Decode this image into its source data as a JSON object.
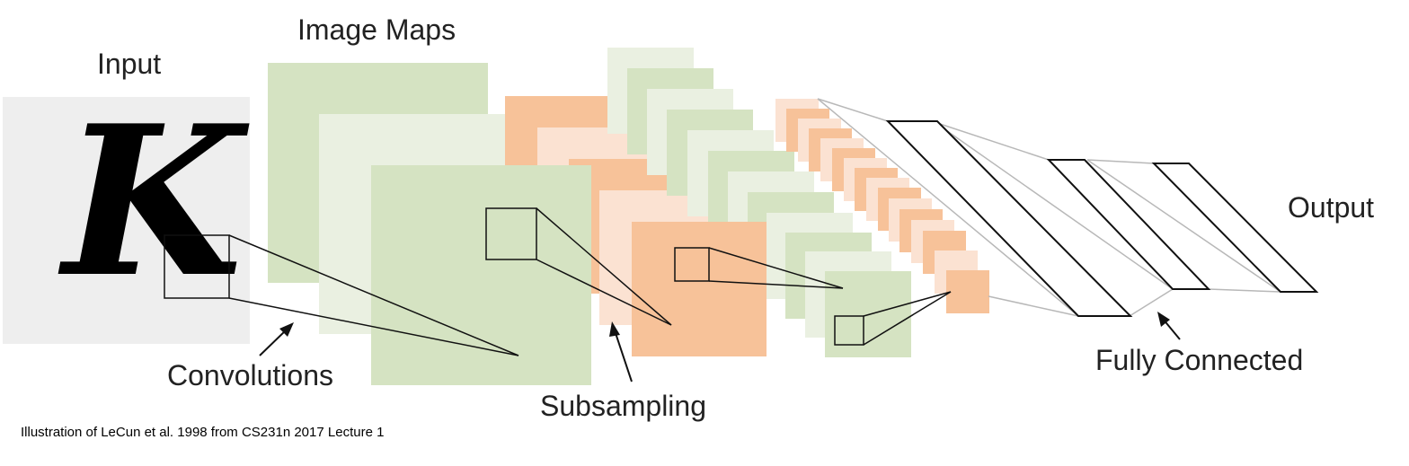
{
  "labels": {
    "input": "Input",
    "image_maps": "Image Maps",
    "output": "Output",
    "convolutions": "Convolutions",
    "subsampling": "Subsampling",
    "fully_connected": "Fully Connected"
  },
  "input_glyph": "K",
  "caption": "Illustration of LeCun et al. 1998 from CS231n 2017 Lecture 1",
  "colors": {
    "input_bg": "#eeeeee",
    "green_dark": "#d5e3c2",
    "green_light": "#eaf0e1",
    "orange_dark": "#f7c299",
    "orange_light": "#fbe2d2",
    "line_gray": "#b8b8b8",
    "line_dark": "#111111"
  }
}
